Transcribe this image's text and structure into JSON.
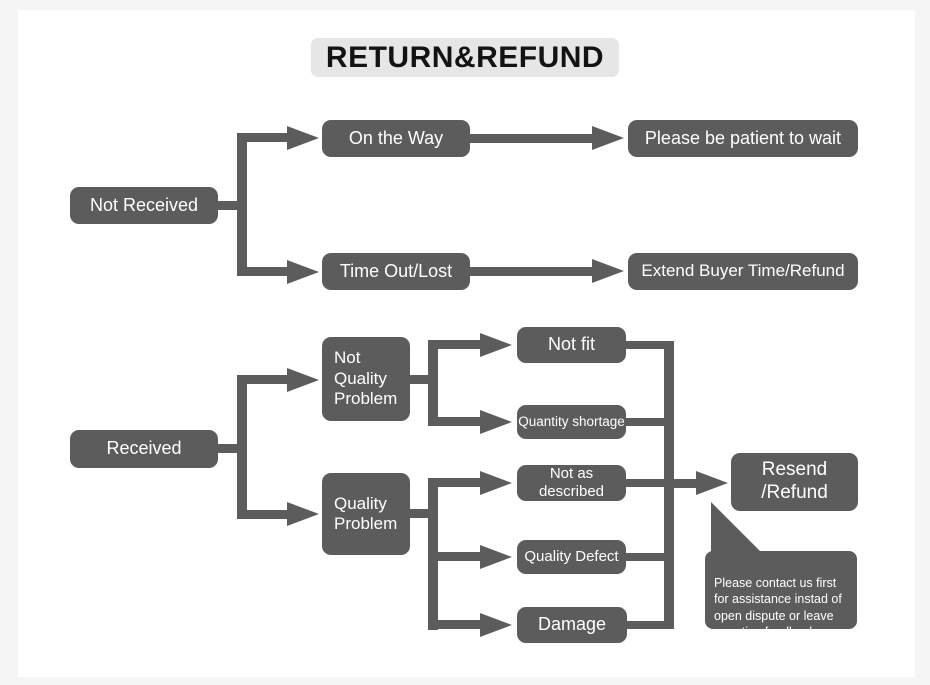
{
  "title": "RETURN&REFUND",
  "nodes": {
    "not_received": "Not Received",
    "on_the_way": "On the Way",
    "please_be_patient": "Please be patient to wait",
    "time_out_lost": "Time Out/Lost",
    "extend_buyer_time_refund": "Extend Buyer Time/Refund",
    "received": "Received",
    "not_quality_problem": "Not\nQuality\nProblem",
    "quality_problem": "Quality\nProblem",
    "not_fit": "Not fit",
    "quantity_shortage": "Quantity shortage",
    "not_as_described": "Not as described",
    "quality_defect": "Quality Defect",
    "damage": "Damage",
    "resend_refund": "Resend\n/Refund"
  },
  "note": "Please contact us first\nfor assistance instad of\nopen dispute or leave\nnegative feedback.",
  "colors": {
    "node_bg": "#5c5c5c",
    "node_text": "#ffffff",
    "title_bg": "#e6e6e6",
    "title_text": "#131313",
    "card_bg": "#ffffff",
    "page_bg": "#f5f5f5"
  }
}
